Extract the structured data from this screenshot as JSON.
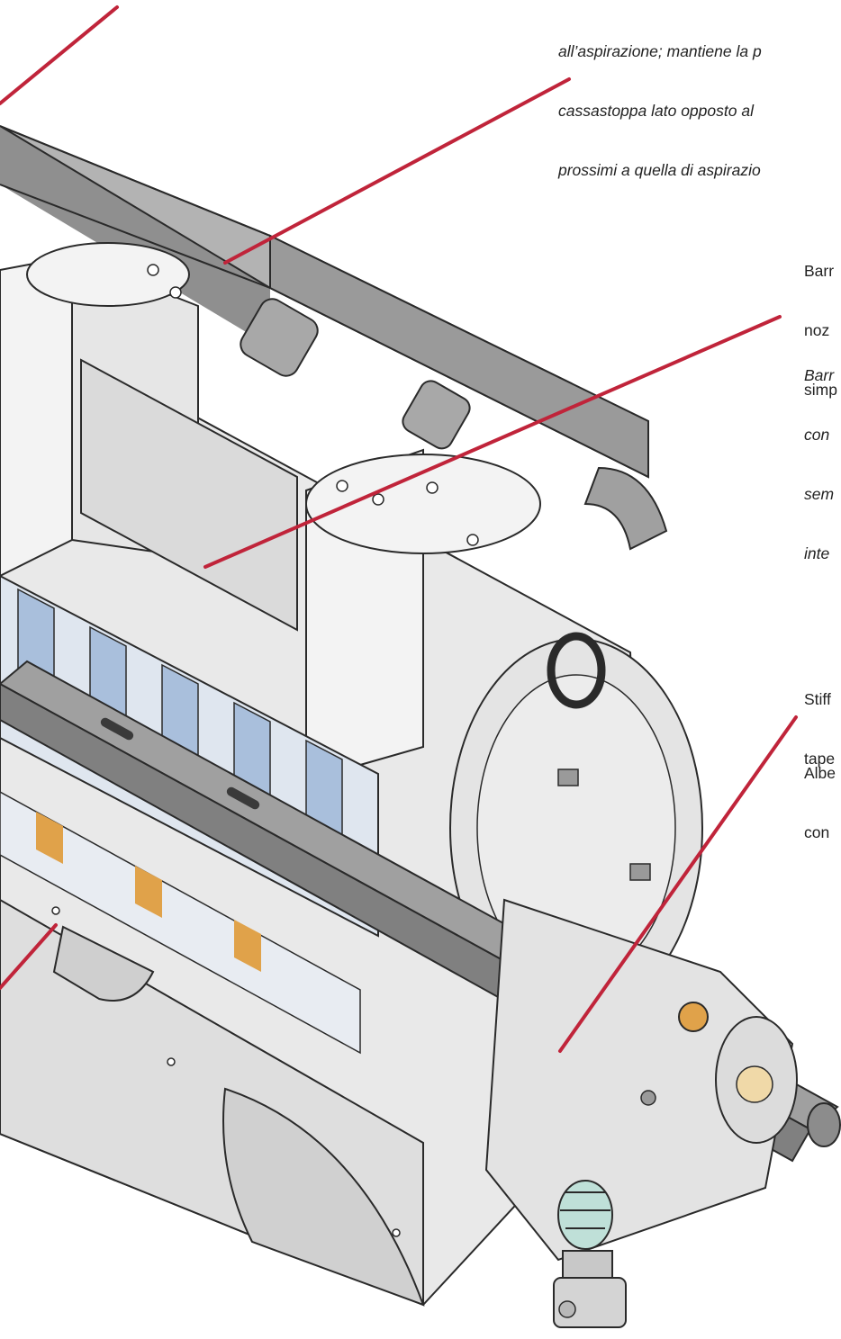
{
  "colors": {
    "leader_line": "#c0243a",
    "casing_light": "#f1f1f1",
    "casing_mid": "#dcdcdc",
    "casing_shadow": "#b9b9b9",
    "outline": "#2a2a2a",
    "shaft": "#8c8c8c",
    "pipe": "#9a9a9a",
    "diffuser_blue": "#a9bfdc",
    "bronze": "#e0a24a",
    "glass": "#bfe0d8"
  },
  "labels": {
    "top_right_italic": [
      "all’aspirazione; mantiene la p",
      "cassastoppa lato opposto al",
      "prossimi a quella di aspirazio"
    ],
    "barrel_regular": [
      "Barr",
      "noz",
      "simp"
    ],
    "barrel_italic": [
      "Barr",
      "con",
      "sem",
      "inte"
    ],
    "stiffness": [
      "Stiff",
      "tape"
    ],
    "shaft": [
      "Albe",
      "con"
    ]
  }
}
